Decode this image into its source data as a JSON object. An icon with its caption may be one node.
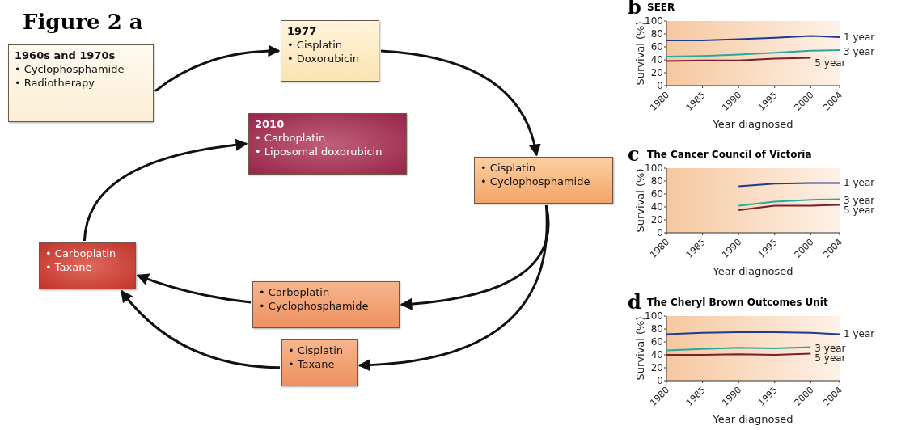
{
  "diagram": {
    "title": "Figure 2 a",
    "nodes": [
      {
        "text": [
          "1960s and 1970s",
          "• Cyclophosphamide",
          "• Radiotherapy"
        ]
      },
      {
        "text": [
          "1977",
          "• Cisplatin",
          "• Doxorubicin"
        ]
      },
      {
        "text": [
          "• Cisplatin",
          "• Cyclophosphamide"
        ]
      },
      {
        "text": [
          "• Carboplatin",
          "• Cyclophosphamide"
        ]
      },
      {
        "text": [
          "• Cisplatin",
          "• Taxane"
        ]
      },
      {
        "text": [
          "• Carboplatin",
          "• Taxane"
        ]
      },
      {
        "text": [
          "2010",
          "• Carboplatin",
          "• Liposomal doxorubicin"
        ]
      }
    ],
    "edges": [
      {
        "from": 0,
        "to": 1,
        "arrow": "to"
      },
      {
        "from": 1,
        "to": 2,
        "arrow": "to"
      },
      {
        "from": 2,
        "to": 3,
        "arrow": "to"
      },
      {
        "from": 2,
        "to": 4,
        "arrow": "to"
      },
      {
        "from": 3,
        "to": 5,
        "arrow": "to"
      },
      {
        "from": 4,
        "to": 5,
        "arrow": "to"
      },
      {
        "from": 5,
        "to": 6,
        "arrow": "to"
      }
    ],
    "labels": [
      "b",
      "c",
      "d"
    ],
    "chart_data": [
      {
        "type": "line",
        "title": "SEER",
        "xlabel": "Year diagnosed",
        "ylabel": "Survival (%)",
        "x": [
          1980,
          1985,
          1990,
          1995,
          2000,
          2004
        ],
        "series": [
          {
            "name": "1 year",
            "color": "#1f3b8c",
            "values": [
              70,
              70,
              72,
              74,
              77,
              75
            ]
          },
          {
            "name": "3 year",
            "color": "#27a8a0",
            "values": [
              45,
              46,
              48,
              51,
              54,
              55
            ]
          },
          {
            "name": "5 year",
            "color": "#7a1f2b",
            "values": [
              38,
              39,
              39,
              42,
              43,
              null
            ]
          }
        ],
        "xlim": [
          1980,
          2004
        ],
        "ylim": [
          0,
          100
        ],
        "xticks": [
          1980,
          1985,
          1990,
          1995,
          2000,
          2004
        ],
        "yticks": [
          0,
          20,
          40,
          60,
          80,
          100
        ]
      },
      {
        "type": "line",
        "title": "The Cancer Council of Victoria",
        "xlabel": "Year diagnosed",
        "ylabel": "Survival (%)",
        "x": [
          1990,
          1995,
          2000,
          2004
        ],
        "series": [
          {
            "name": "1 year",
            "color": "#1f3b8c",
            "values": [
              72,
              76,
              77,
              77
            ]
          },
          {
            "name": "3 year",
            "color": "#27a8a0",
            "values": [
              42,
              48,
              51,
              52
            ]
          },
          {
            "name": "5 year",
            "color": "#7a1f2b",
            "values": [
              35,
              42,
              42,
              43
            ]
          }
        ],
        "xlim": [
          1980,
          2004
        ],
        "ylim": [
          0,
          100
        ],
        "xticks": [
          1980,
          1985,
          1990,
          1995,
          2000,
          2004
        ],
        "yticks": [
          0,
          20,
          40,
          60,
          80,
          100
        ]
      },
      {
        "type": "line",
        "title": "The Cheryl Brown Outcomes Unit",
        "xlabel": "Year diagnosed",
        "ylabel": "Survival (%)",
        "x": [
          1980,
          1985,
          1990,
          1995,
          2000,
          2004
        ],
        "series": [
          {
            "name": "1 year",
            "color": "#1f3b8c",
            "values": [
              72,
              74,
              75,
              75,
              74,
              72
            ]
          },
          {
            "name": "3 year",
            "color": "#27a8a0",
            "values": [
              47,
              49,
              51,
              50,
              52,
              null
            ]
          },
          {
            "name": "5 year",
            "color": "#7a1f2b",
            "values": [
              40,
              40,
              41,
              40,
              42,
              null
            ]
          }
        ],
        "xlim": [
          1980,
          2004
        ],
        "ylim": [
          0,
          100
        ],
        "xticks": [
          1980,
          1985,
          1990,
          1995,
          2000,
          2004
        ],
        "yticks": [
          0,
          20,
          40,
          60,
          80,
          100
        ]
      }
    ]
  }
}
